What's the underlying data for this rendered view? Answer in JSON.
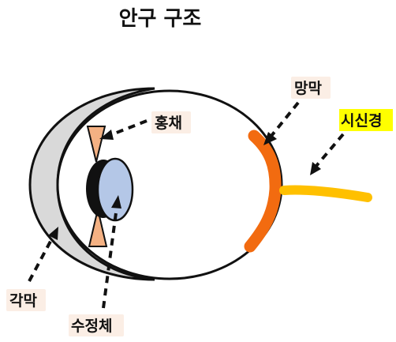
{
  "title": "안구 구조",
  "labels": {
    "iris": "홍채",
    "retina": "망막",
    "optic_nerve": "시신경",
    "cornea": "각막",
    "lens": "수정체"
  },
  "colors": {
    "cornea": "#d9d9d9",
    "iris": "#f4b183",
    "lens": "#b4c7e7",
    "retina": "#f26b10",
    "optic_nerve": "#ffc000",
    "label_background": "#fbeee5",
    "highlight": "#ffff00"
  }
}
